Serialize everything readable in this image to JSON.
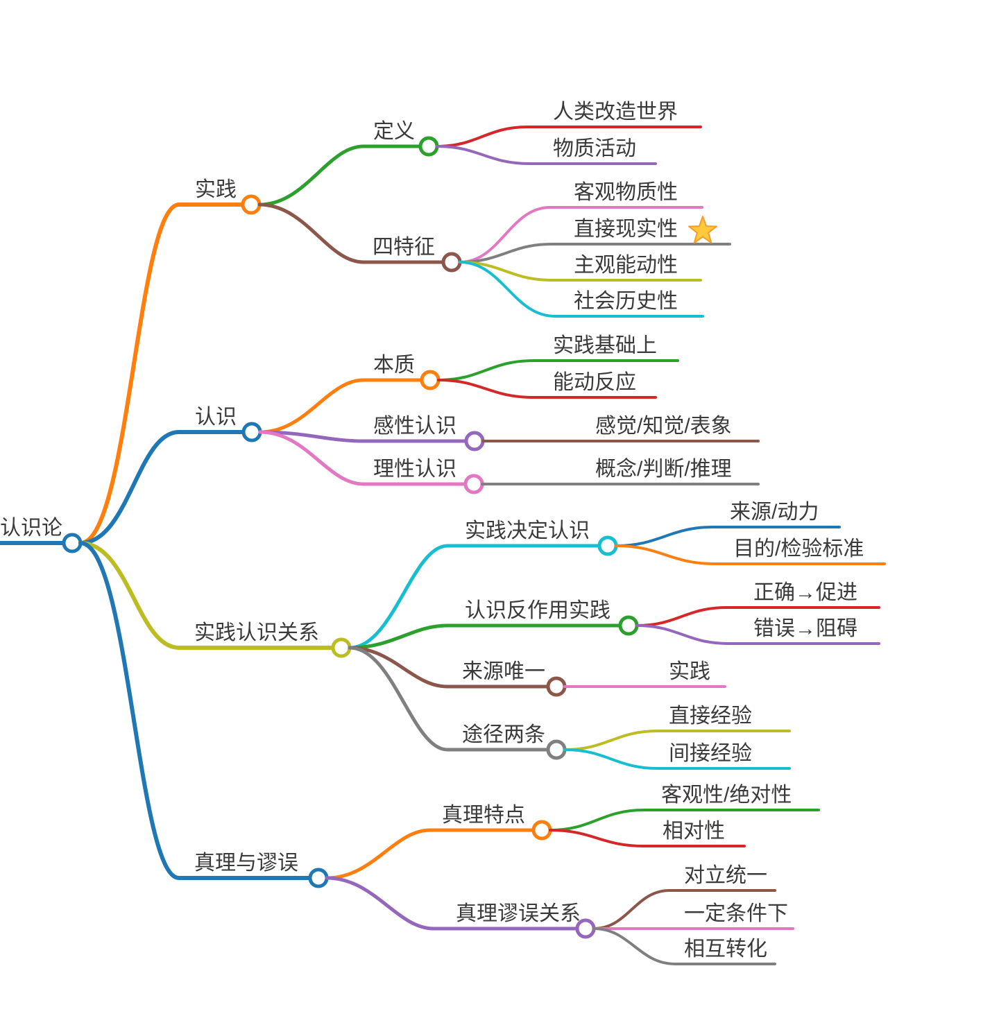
{
  "palette": {
    "blue": "#1f77b4",
    "orange": "#ff7f0e",
    "green": "#2ca02c",
    "red": "#d62728",
    "purple": "#9467bd",
    "brown": "#8c564b",
    "pink": "#e377c2",
    "gray": "#7f7f7f",
    "olive": "#bcbd22",
    "cyan": "#17becf"
  },
  "text_color": "#3a3a3a",
  "mind": {
    "label": "认识论",
    "color": "#1f77b4",
    "children": [
      {
        "label": "实践",
        "color": "#ff7f0e",
        "children": [
          {
            "label": "定义",
            "color": "#2ca02c",
            "children": [
              {
                "label": "人类改造世界",
                "color": "#d62728"
              },
              {
                "label": "物质活动",
                "color": "#9467bd"
              }
            ]
          },
          {
            "label": "四特征",
            "color": "#8c564b",
            "children": [
              {
                "label": "客观物质性",
                "color": "#e377c2"
              },
              {
                "label": "直接现实性",
                "color": "#7f7f7f",
                "badge": "star",
                "badge_color": "#ffc83d",
                "badge_stroke": "#f49d25"
              },
              {
                "label": "主观能动性",
                "color": "#bcbd22"
              },
              {
                "label": "社会历史性",
                "color": "#17becf"
              }
            ]
          }
        ]
      },
      {
        "label": "认识",
        "color": "#1f77b4",
        "children": [
          {
            "label": "本质",
            "color": "#ff7f0e",
            "children": [
              {
                "label": "实践基础上",
                "color": "#2ca02c"
              },
              {
                "label": "能动反应",
                "color": "#d62728"
              }
            ]
          },
          {
            "label": "感性认识",
            "color": "#9467bd",
            "children": [
              {
                "label": "感觉/知觉/表象",
                "color": "#8c564b"
              }
            ]
          },
          {
            "label": "理性认识",
            "color": "#e377c2",
            "children": [
              {
                "label": "概念/判断/推理",
                "color": "#7f7f7f"
              }
            ]
          }
        ]
      },
      {
        "label": "实践认识关系",
        "color": "#bcbd22",
        "children": [
          {
            "label": "实践决定认识",
            "color": "#17becf",
            "children": [
              {
                "label": "来源/动力",
                "color": "#1f77b4"
              },
              {
                "label": "目的/检验标准",
                "color": "#ff7f0e"
              }
            ]
          },
          {
            "label": "认识反作用实践",
            "color": "#2ca02c",
            "children": [
              {
                "label": "正确→促进",
                "color": "#d62728"
              },
              {
                "label": "错误→阻碍",
                "color": "#9467bd"
              }
            ]
          },
          {
            "label": "来源唯一",
            "color": "#8c564b",
            "children": [
              {
                "label": "实践",
                "color": "#e377c2"
              }
            ]
          },
          {
            "label": "途径两条",
            "color": "#7f7f7f",
            "children": [
              {
                "label": "直接经验",
                "color": "#bcbd22"
              },
              {
                "label": "间接经验",
                "color": "#17becf"
              }
            ]
          }
        ]
      },
      {
        "label": "真理与谬误",
        "color": "#1f77b4",
        "children": [
          {
            "label": "真理特点",
            "color": "#ff7f0e",
            "children": [
              {
                "label": "客观性/绝对性",
                "color": "#2ca02c"
              },
              {
                "label": "相对性",
                "color": "#d62728"
              }
            ]
          },
          {
            "label": "真理谬误关系",
            "color": "#9467bd",
            "children": [
              {
                "label": "对立统一",
                "color": "#8c564b"
              },
              {
                "label": "一定条件下",
                "color": "#e377c2"
              },
              {
                "label": "相互转化",
                "color": "#7f7f7f"
              }
            ]
          }
        ]
      }
    ]
  }
}
